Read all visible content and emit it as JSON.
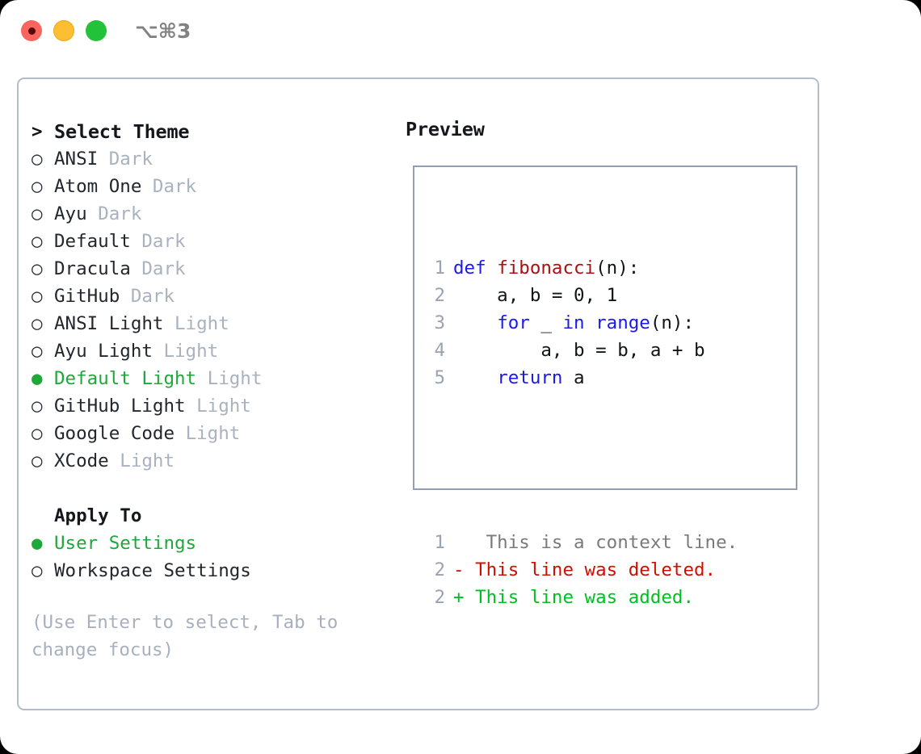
{
  "titlebar": {
    "lights": [
      {
        "name": "close-button",
        "color": "#f9645f"
      },
      {
        "name": "minimize-button",
        "color": "#fcbe32"
      },
      {
        "name": "maximize-button",
        "color": "#22c33a"
      }
    ],
    "shortcut": "⌥⌘3"
  },
  "theme_picker": {
    "caret": ">",
    "title": "Select Theme",
    "marker_unselected": "○",
    "marker_selected": "●",
    "items": [
      {
        "name": "ANSI",
        "tag": "Dark",
        "selected": false
      },
      {
        "name": "Atom One",
        "tag": "Dark",
        "selected": false
      },
      {
        "name": "Ayu",
        "tag": "Dark",
        "selected": false
      },
      {
        "name": "Default",
        "tag": "Dark",
        "selected": false
      },
      {
        "name": "Dracula",
        "tag": "Dark",
        "selected": false
      },
      {
        "name": "GitHub",
        "tag": "Dark",
        "selected": false
      },
      {
        "name": "ANSI Light",
        "tag": "Light",
        "selected": false
      },
      {
        "name": "Ayu Light",
        "tag": "Light",
        "selected": false
      },
      {
        "name": "Default Light",
        "tag": "Light",
        "selected": true
      },
      {
        "name": "GitHub Light",
        "tag": "Light",
        "selected": false
      },
      {
        "name": "Google Code",
        "tag": "Light",
        "selected": false
      },
      {
        "name": "XCode",
        "tag": "Light",
        "selected": false
      }
    ]
  },
  "apply_to": {
    "header": "Apply To",
    "options": [
      {
        "name": "User Settings",
        "selected": true
      },
      {
        "name": "Workspace Settings",
        "selected": false
      }
    ]
  },
  "hint": "(Use Enter to select, Tab to change focus)",
  "preview": {
    "title": "Preview",
    "code_lines": [
      {
        "ln": "1",
        "segments": [
          {
            "t": "def ",
            "c": "kw"
          },
          {
            "t": "fibonacci",
            "c": "fn"
          },
          {
            "t": "(n):",
            "c": "pl"
          }
        ]
      },
      {
        "ln": "2",
        "segments": [
          {
            "t": "    a, b = 0, 1",
            "c": "pl"
          }
        ]
      },
      {
        "ln": "3",
        "segments": [
          {
            "t": "    ",
            "c": "pl"
          },
          {
            "t": "for",
            "c": "kw"
          },
          {
            "t": " _ ",
            "c": "pl"
          },
          {
            "t": "in",
            "c": "kw"
          },
          {
            "t": " ",
            "c": "pl"
          },
          {
            "t": "range",
            "c": "kw"
          },
          {
            "t": "(n):",
            "c": "pl"
          }
        ]
      },
      {
        "ln": "4",
        "segments": [
          {
            "t": "        a, b = b, a + b",
            "c": "pl"
          }
        ]
      },
      {
        "ln": "5",
        "segments": [
          {
            "t": "    ",
            "c": "pl"
          },
          {
            "t": "return",
            "c": "kw"
          },
          {
            "t": " a",
            "c": "pl"
          }
        ]
      }
    ],
    "diff_lines": [
      {
        "ln": "1",
        "marker": " ",
        "text": "  This is a context line.",
        "kind": "ctx"
      },
      {
        "ln": "2",
        "marker": "-",
        "text": " This line was deleted.",
        "kind": "del"
      },
      {
        "ln": "2",
        "marker": "+",
        "text": " This line was added.",
        "kind": "add"
      }
    ]
  },
  "colors": {
    "accent_green": "#1fa83a",
    "keyword_blue": "#1a1aee",
    "function_red": "#aa1111",
    "diff_deleted": "#cc1100",
    "diff_added": "#00bf22",
    "muted_gray": "#a9b2bf",
    "border": "#b3bcc8"
  }
}
